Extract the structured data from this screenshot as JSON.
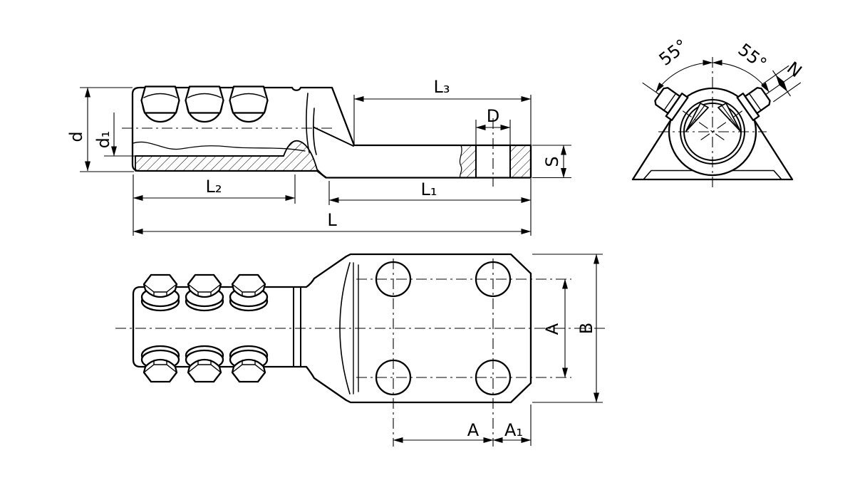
{
  "document": {
    "type": "engineering-drawing",
    "description": "Dimensioned three-view technical drawing of a bolted mechanical cable lug (shear-bolt terminal connector)",
    "background": "#ffffff",
    "line_color": "#000000"
  },
  "views": {
    "side_section": {
      "title": "side section view",
      "labels": {
        "d": "d",
        "d1": "d₁",
        "L2": "L₂",
        "L": "L",
        "L1": "L₁",
        "L3": "L₃",
        "D": "D",
        "S": "S"
      }
    },
    "end": {
      "title": "end view",
      "labels": {
        "angle_left": "55°",
        "angle_right": "55°",
        "N": "N"
      }
    },
    "plan": {
      "title": "plan view",
      "labels": {
        "A_row_pitch": "A",
        "B": "B",
        "A_col_pitch": "A",
        "A1": "A₁"
      }
    }
  }
}
